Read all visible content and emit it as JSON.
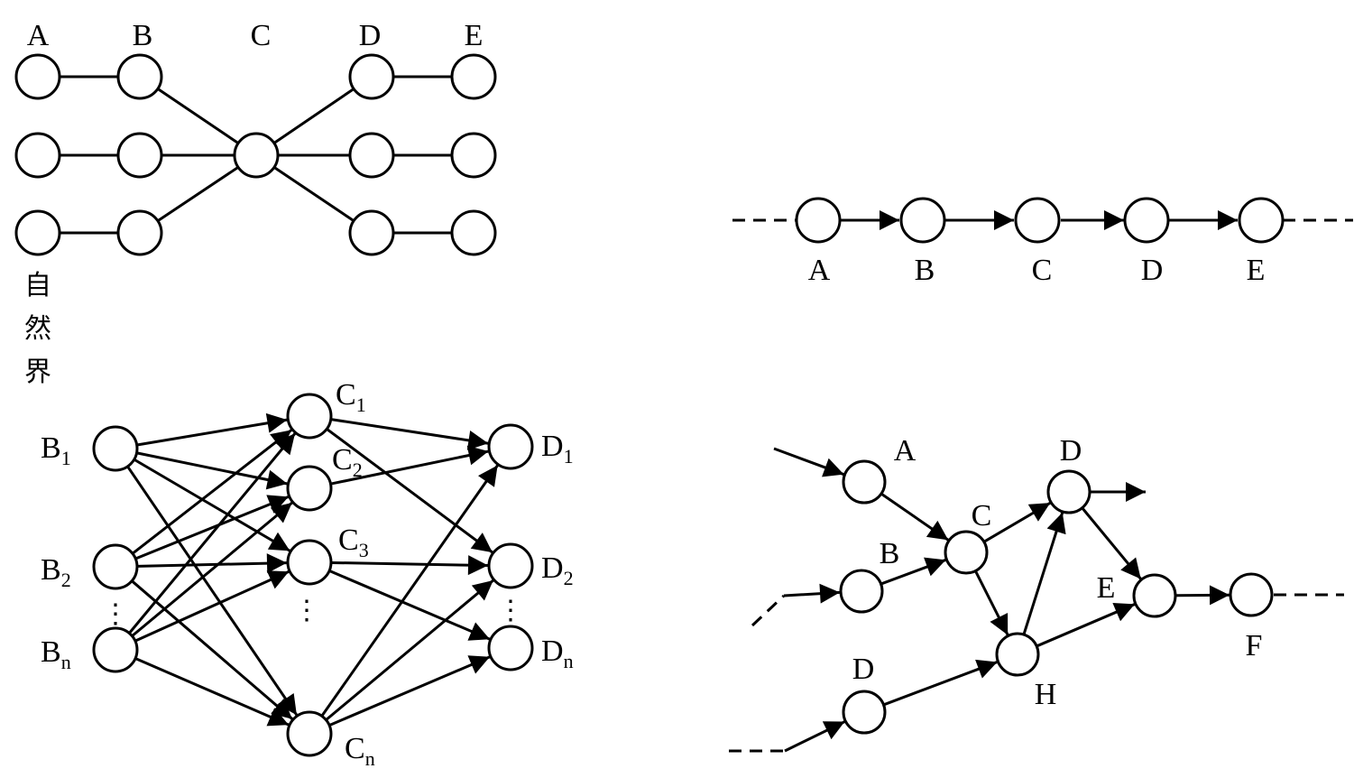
{
  "colors": {
    "stroke": "#000000",
    "background": "#ffffff"
  },
  "diagram1": {
    "column_labels": [
      "A",
      "B",
      "C",
      "D",
      "E"
    ],
    "side_text": [
      "自",
      "然",
      "界"
    ]
  },
  "diagram2": {
    "node_labels": [
      "A",
      "B",
      "C",
      "D",
      "E"
    ]
  },
  "diagram3": {
    "b_labels": [
      {
        "base": "B",
        "sub": "1"
      },
      {
        "base": "B",
        "sub": "2"
      },
      {
        "base": "B",
        "sub": "n"
      }
    ],
    "c_labels": [
      {
        "base": "C",
        "sub": "1"
      },
      {
        "base": "C",
        "sub": "2"
      },
      {
        "base": "C",
        "sub": "3"
      },
      {
        "base": "C",
        "sub": "n"
      }
    ],
    "d_labels": [
      {
        "base": "D",
        "sub": "1"
      },
      {
        "base": "D",
        "sub": "2"
      },
      {
        "base": "D",
        "sub": "n"
      }
    ],
    "ellipsis": "⋮"
  },
  "diagram4": {
    "node_labels": {
      "a": "A",
      "b": "B",
      "c": "C",
      "d_top": "D",
      "e": "E",
      "f": "F",
      "h": "H",
      "d_bottom": "D"
    }
  }
}
